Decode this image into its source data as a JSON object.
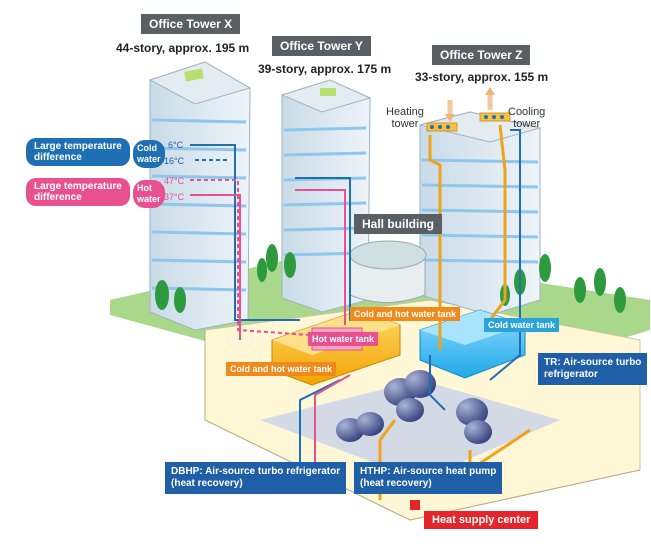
{
  "towers": {
    "x": {
      "name": "Office Tower X",
      "desc": "44-story, approx. 195 m"
    },
    "y": {
      "name": "Office Tower Y",
      "desc": "39-story, approx. 175 m"
    },
    "z": {
      "name": "Office Tower Z",
      "desc": "33-story, approx. 155 m"
    }
  },
  "hall": "Hall building",
  "heating_tower": "Heating\ntower",
  "cooling_tower": "Cooling\ntower",
  "legend": {
    "cold": {
      "label": "Large temperature\ndifference",
      "water": "Cold\nwater",
      "t1": "6°C",
      "t2": "16°C"
    },
    "hot": {
      "label": "Large temperature\ndifference",
      "water": "Hot\nwater",
      "t1": "47°C",
      "t2": "37°C"
    }
  },
  "tanks": {
    "cold_hot_1": "Cold and hot water tank",
    "cold_hot_2": "Cold and hot water tank",
    "hot": "Hot water tank",
    "cold": "Cold water tank"
  },
  "equipment": {
    "tr": "TR: Air-source turbo\nrefrigerator",
    "dbhp": "DBHP: Air-source turbo refrigerator\n(heat recovery)",
    "hthp": "HTHP: Air-source heat pump\n(heat recovery)"
  },
  "center": "Heat supply center",
  "colors": {
    "blue": "#1f6fb4",
    "pink": "#e8508f",
    "orange": "#f08a1c",
    "lightblue": "#29a3dc",
    "red": "#e5252b"
  }
}
